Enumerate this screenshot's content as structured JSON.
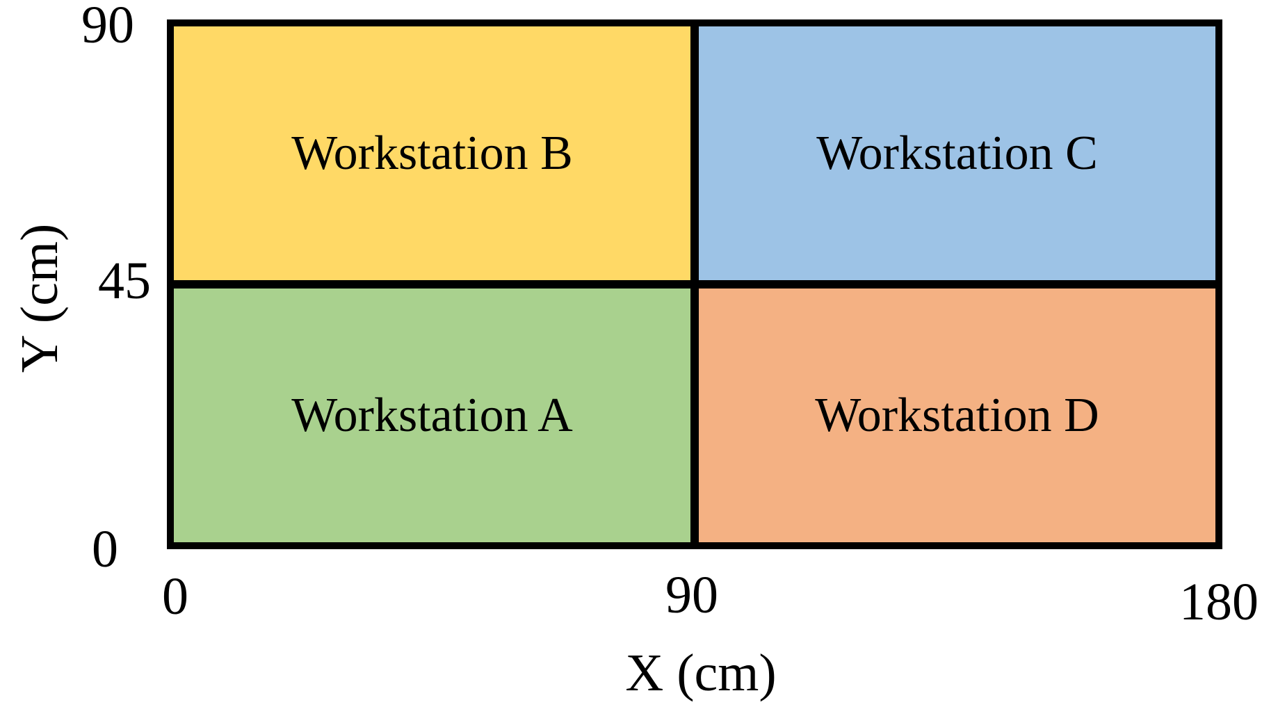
{
  "figure": {
    "quadrants": [
      {
        "name": "B",
        "label": "Workstation B",
        "color": "#FFD966",
        "x_range_cm": [
          0,
          90
        ],
        "y_range_cm": [
          45,
          90
        ]
      },
      {
        "name": "C",
        "label": "Workstation C",
        "color": "#9DC3E6",
        "x_range_cm": [
          90,
          180
        ],
        "y_range_cm": [
          45,
          90
        ]
      },
      {
        "name": "A",
        "label": "Workstation A",
        "color": "#A9D18E",
        "x_range_cm": [
          0,
          90
        ],
        "y_range_cm": [
          0,
          45
        ]
      },
      {
        "name": "D",
        "label": "Workstation D",
        "color": "#F4B183",
        "x_range_cm": [
          90,
          180
        ],
        "y_range_cm": [
          0,
          45
        ]
      }
    ],
    "x_axis": {
      "label": "X (cm)",
      "ticks": [
        "0",
        "90",
        "180"
      ]
    },
    "y_axis": {
      "label": "Y (cm)",
      "ticks": [
        "0",
        "45",
        "90"
      ]
    },
    "border_color": "#000000",
    "background_color": "#FFFFFF"
  },
  "chart_data": {
    "type": "heatmap",
    "title": "",
    "xlabel": "X (cm)",
    "ylabel": "Y (cm)",
    "xlim": [
      0,
      180
    ],
    "ylim": [
      0,
      90
    ],
    "x_ticks": [
      0,
      90,
      180
    ],
    "y_ticks": [
      0,
      45,
      90
    ],
    "grid": false,
    "legend": false,
    "regions": [
      {
        "label": "Workstation A",
        "x_min": 0,
        "x_max": 90,
        "y_min": 0,
        "y_max": 45,
        "color": "#A9D18E"
      },
      {
        "label": "Workstation B",
        "x_min": 0,
        "x_max": 90,
        "y_min": 45,
        "y_max": 90,
        "color": "#FFD966"
      },
      {
        "label": "Workstation C",
        "x_min": 90,
        "x_max": 180,
        "y_min": 45,
        "y_max": 90,
        "color": "#9DC3E6"
      },
      {
        "label": "Workstation D",
        "x_min": 90,
        "x_max": 180,
        "y_min": 0,
        "y_max": 45,
        "color": "#F4B183"
      }
    ]
  }
}
